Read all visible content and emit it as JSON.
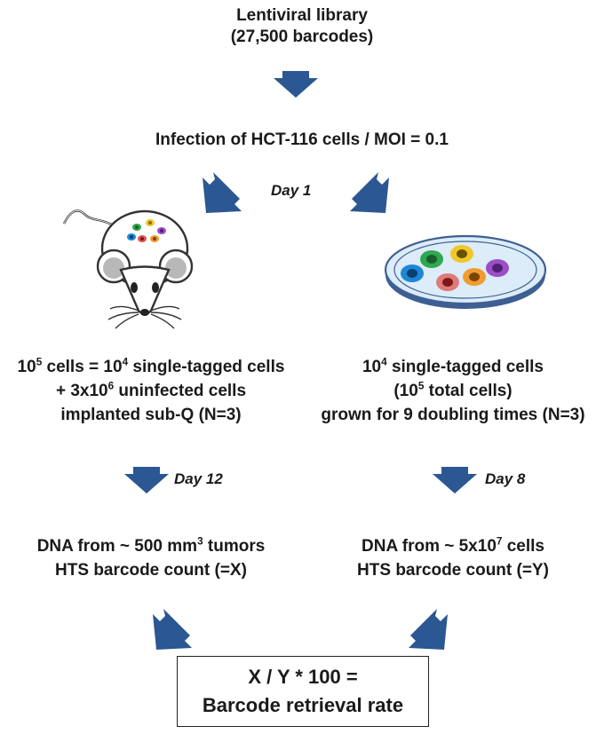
{
  "library": {
    "line1": "Lentiviral library",
    "line2": "(27,500 barcodes)"
  },
  "infection": "Infection of HCT-116 cells / MOI = 0.1",
  "day1": "Day 1",
  "left_branch": {
    "desc": [
      {
        "pre": "10",
        "sup": "5",
        "mid": " cells = 10",
        "sup2": "4",
        "post": " single-tagged cells"
      },
      {
        "pre": "+ 3x10",
        "sup": "6",
        "post": " uninfected cells"
      },
      {
        "text": "implanted sub-Q (N=3)"
      }
    ],
    "day": "Day 12",
    "dna": {
      "pre": "DNA from ~ 500 mm",
      "sup": "3",
      "post": " tumors"
    },
    "count": "HTS barcode count (=X)"
  },
  "right_branch": {
    "desc": [
      {
        "pre": "10",
        "sup": "4",
        "post": " single-tagged cells"
      },
      {
        "pre": "(10",
        "sup": "5",
        "post": " total cells)"
      },
      {
        "text": "grown for 9 doubling times (N=3)"
      }
    ],
    "day": "Day 8",
    "dna": {
      "pre": "DNA from ~ 5x10",
      "sup": "7",
      "post": " cells"
    },
    "count": "HTS barcode count (=Y)"
  },
  "result": {
    "line1": "X / Y * 100 =",
    "line2": "Barcode retrieval rate"
  },
  "colors": {
    "arrow": "#2b5792",
    "dish_rim": "#3e5f91",
    "dish_fill": "#dcecf8"
  },
  "icons": {
    "mouse": "mouse-icon",
    "dish": "petri-dish-icon"
  }
}
